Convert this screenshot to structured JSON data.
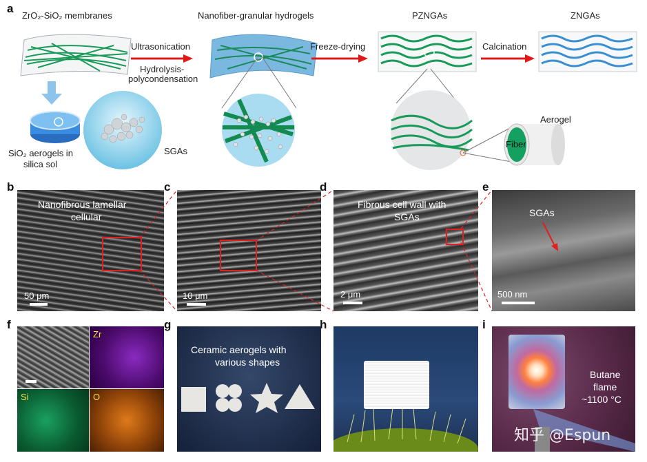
{
  "panel_labels": {
    "a": "a",
    "b": "b",
    "c": "c",
    "d": "d",
    "e": "e",
    "f": "f",
    "g": "g",
    "h": "h",
    "i": "i"
  },
  "schematic": {
    "membranes": "ZrO₂-SiO₂ membranes",
    "hydrogels": "Nanofiber-granular hydrogels",
    "pzngas": "PZNGAs",
    "zngas": "ZNGAs",
    "arrow1_top": "Ultrasonication",
    "arrow1_bottom_1": "Hydrolysis-",
    "arrow1_bottom_2": "polycondensation",
    "arrow2": "Freeze-drying",
    "arrow3": "Calcination",
    "sol_1": "SiO₂ aerogels in",
    "sol_2": "silica sol",
    "sgas": "SGAs",
    "aerogel": "Aerogel",
    "fiber": "Fiber"
  },
  "sem": {
    "b_text_1": "Nanofibrous lamellar",
    "b_text_2": "cellular",
    "b_scale": "50 μm",
    "c_scale": "10 μm",
    "d_text_1": "Fibrous cell wall with",
    "d_text_2": "SGAs",
    "d_scale": "2 μm",
    "e_text": "SGAs",
    "e_scale": "500 nm"
  },
  "edx": {
    "zr": "Zr",
    "si": "Si",
    "o": "O"
  },
  "photos": {
    "g_text_1": "Ceramic aerogels with",
    "g_text_2": "various shapes",
    "i_text_1": "Butane",
    "i_text_2": "flame",
    "i_text_3": "~1100 °C",
    "watermark": "知乎 @Espun"
  },
  "colors": {
    "arrow_red": "#e01818",
    "fiber_green": "#1a9a5a",
    "blue_aerogel": "#3a8fd0",
    "box_red": "#e02020"
  }
}
